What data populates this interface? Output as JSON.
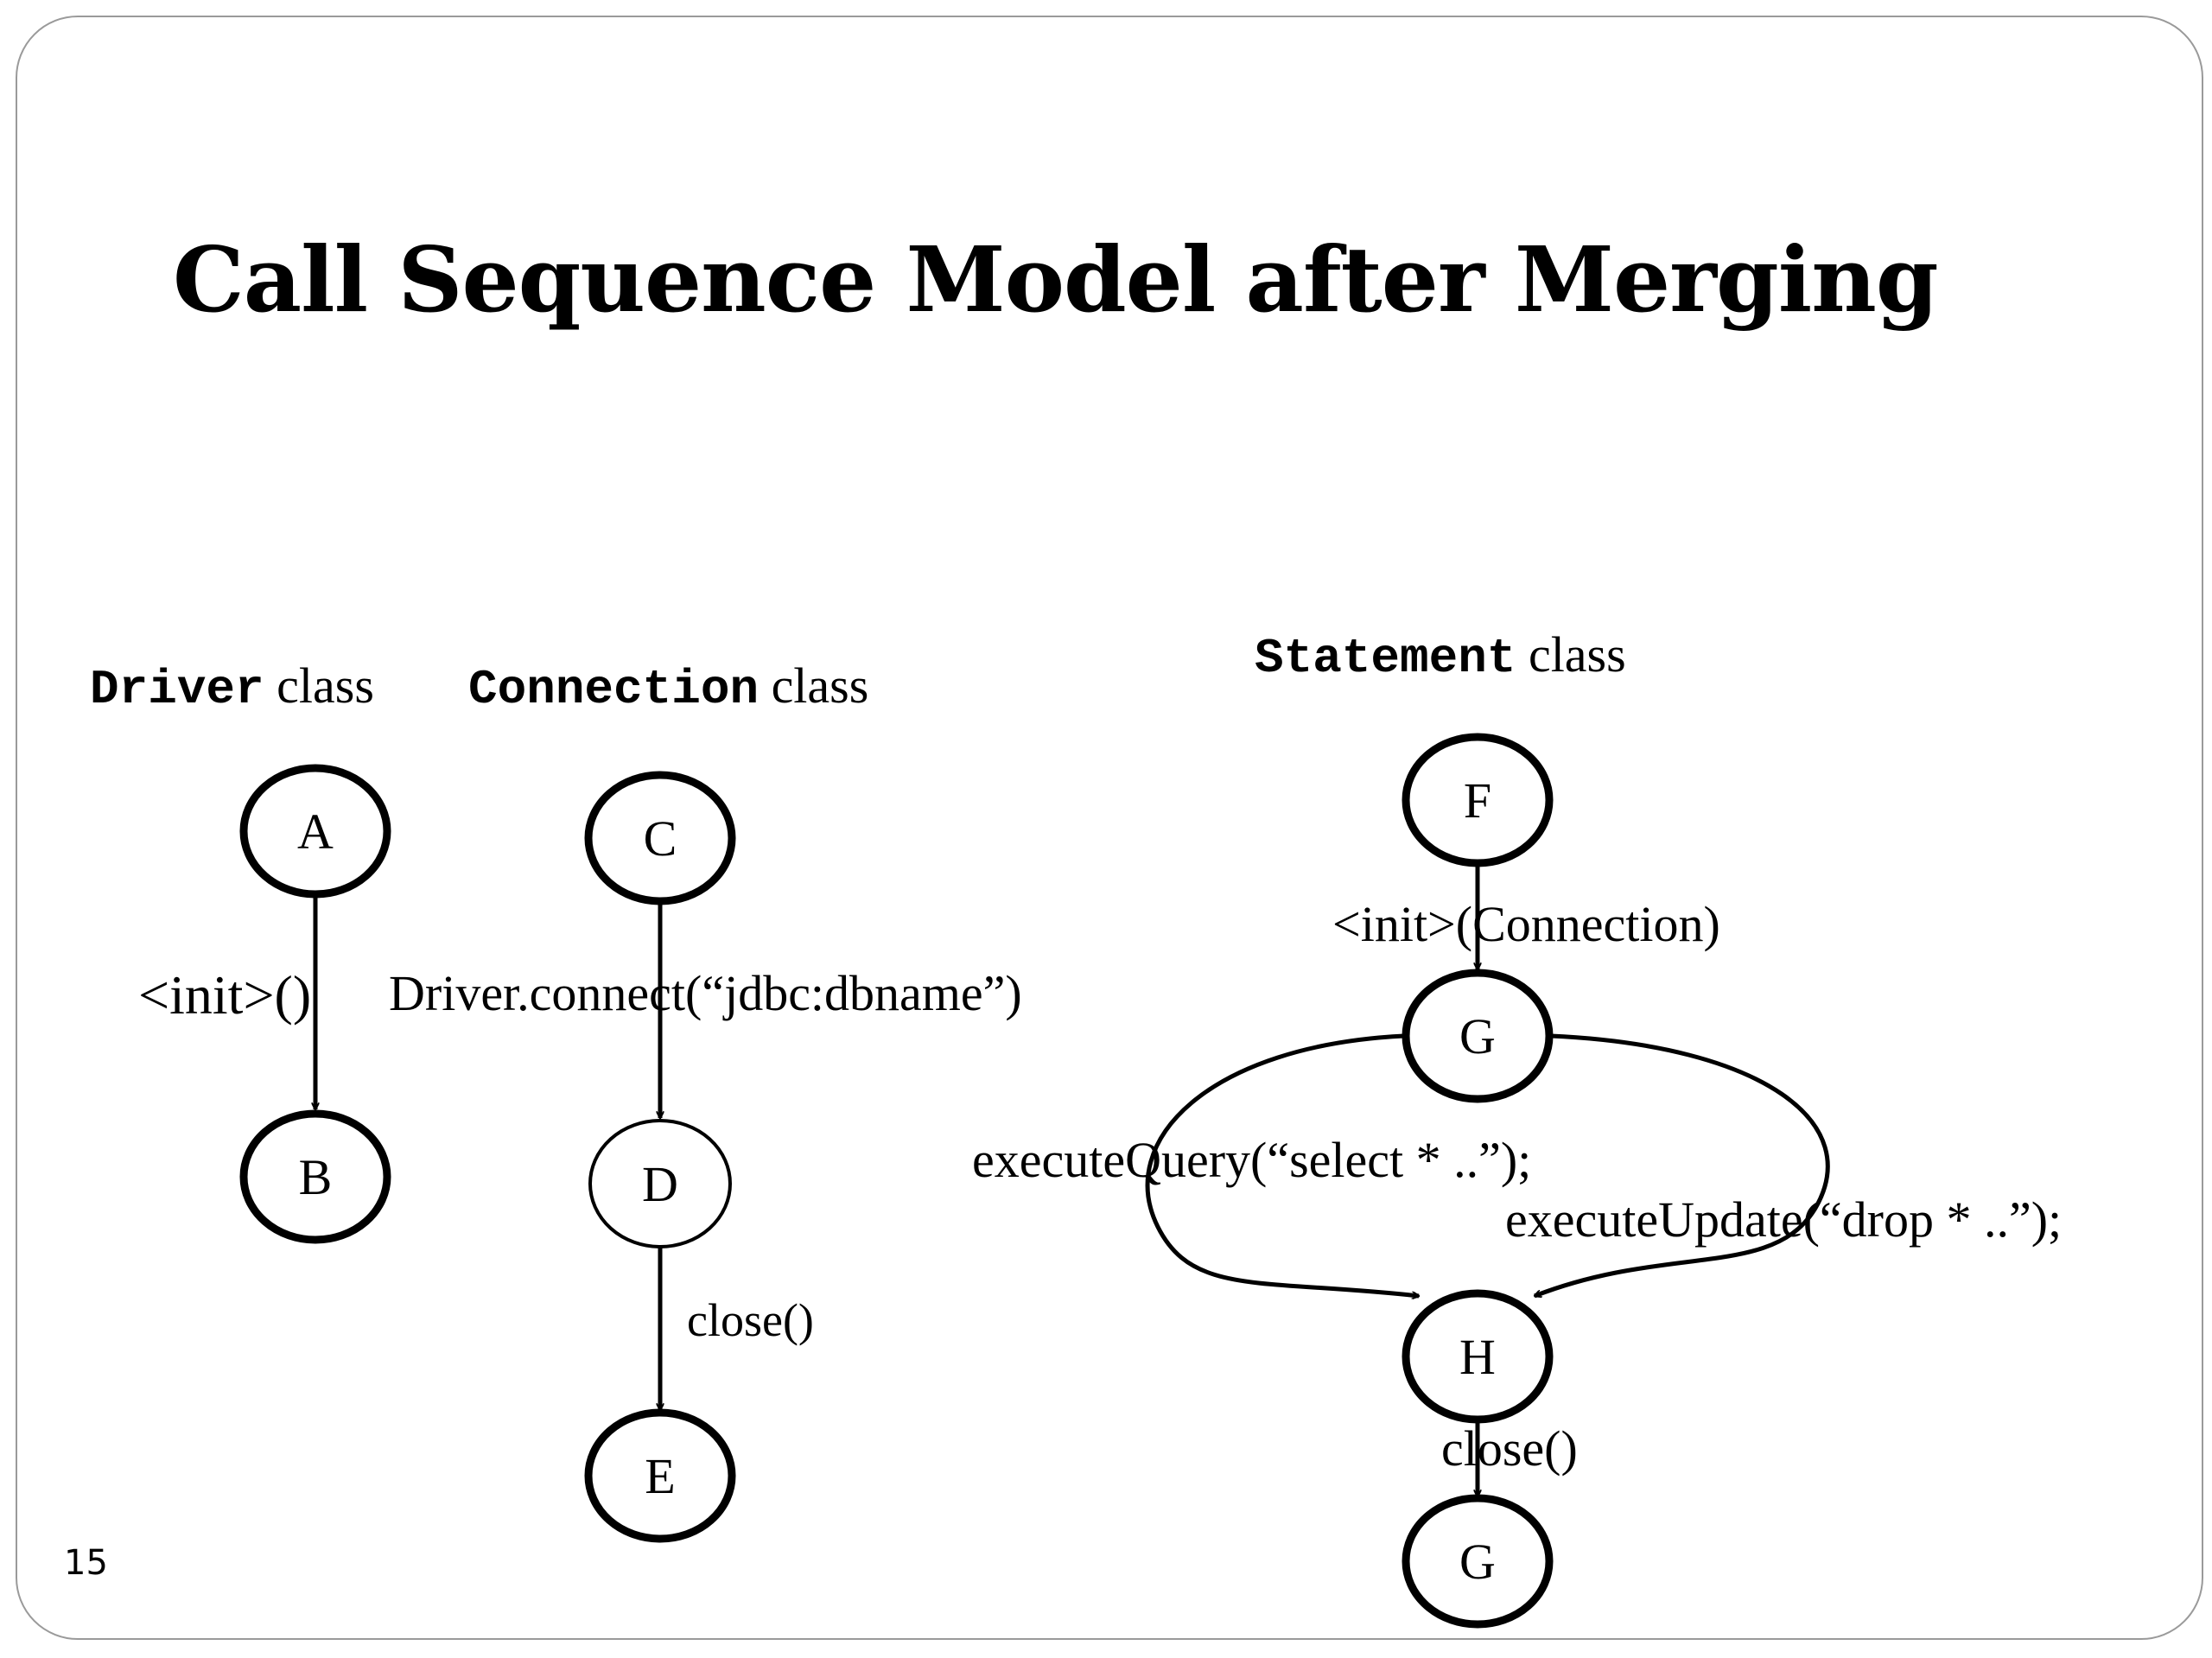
{
  "slide": {
    "title": "Call Sequence Model after Merging",
    "page_number": "15"
  },
  "groups": [
    {
      "class_name": "Driver",
      "suffix": "class"
    },
    {
      "class_name": "Connection",
      "suffix": "class"
    },
    {
      "class_name": "Statement",
      "suffix": "class"
    }
  ],
  "nodes": [
    {
      "id": "A",
      "label": "A"
    },
    {
      "id": "B",
      "label": "B"
    },
    {
      "id": "C",
      "label": "C"
    },
    {
      "id": "D",
      "label": "D"
    },
    {
      "id": "E",
      "label": "E"
    },
    {
      "id": "F",
      "label": "F"
    },
    {
      "id": "G1",
      "label": "G"
    },
    {
      "id": "H",
      "label": "H"
    },
    {
      "id": "G2",
      "label": "G"
    }
  ],
  "edges": [
    {
      "from": "A",
      "to": "B",
      "label": "<init>()"
    },
    {
      "from": "C",
      "to": "D",
      "label": "Driver.connect(“jdbc:dbname”)"
    },
    {
      "from": "D",
      "to": "E",
      "label": "close()"
    },
    {
      "from": "F",
      "to": "G1",
      "label": "<init>(Connection)"
    },
    {
      "from": "G1",
      "to": "H",
      "label": "executeQuery(“select * ..”);"
    },
    {
      "from": "G1",
      "to": "H",
      "label": "executeUpdate(“drop * ..”);"
    },
    {
      "from": "H",
      "to": "G2",
      "label": "close()"
    }
  ]
}
